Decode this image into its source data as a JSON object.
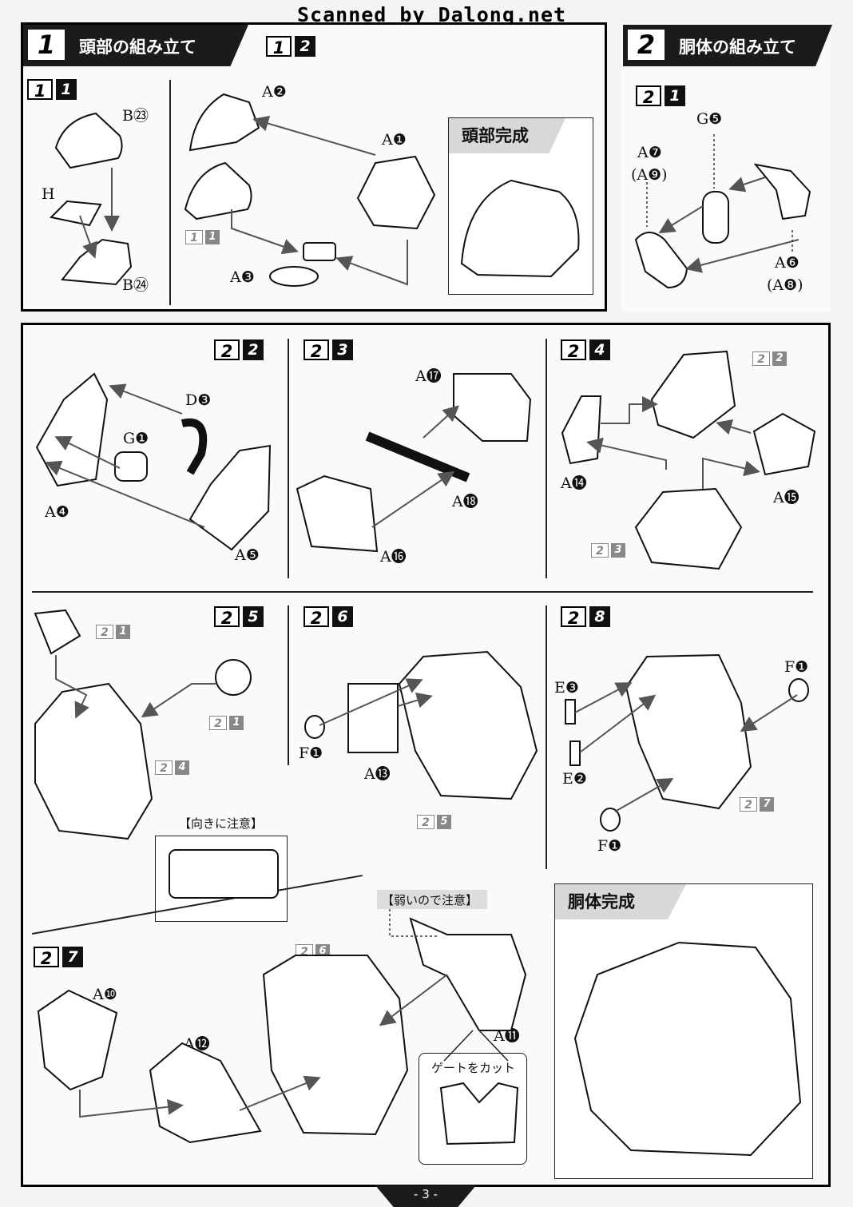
{
  "scan_credit": "Scanned by Dalong.net",
  "section1": {
    "number": "1",
    "title": "頭部の組み立て"
  },
  "section2": {
    "number": "2",
    "title": "胴体の組み立て"
  },
  "steps": {
    "s1_1": {
      "major": "1",
      "minor": "1"
    },
    "s1_2": {
      "major": "1",
      "minor": "2"
    },
    "s2_1": {
      "major": "2",
      "minor": "1"
    },
    "s2_2": {
      "major": "2",
      "minor": "2"
    },
    "s2_3": {
      "major": "2",
      "minor": "3"
    },
    "s2_4": {
      "major": "2",
      "minor": "4"
    },
    "s2_5": {
      "major": "2",
      "minor": "5"
    },
    "s2_6": {
      "major": "2",
      "minor": "6"
    },
    "s2_7": {
      "major": "2",
      "minor": "7"
    },
    "s2_8": {
      "major": "2",
      "minor": "8"
    }
  },
  "refs": {
    "r11_in_12": {
      "major": "1",
      "minor": "1"
    },
    "r22_in_24": {
      "major": "2",
      "minor": "2"
    },
    "r23_in_24": {
      "major": "2",
      "minor": "3"
    },
    "r21a_in_25": {
      "major": "2",
      "minor": "1"
    },
    "r21b_in_25": {
      "major": "2",
      "minor": "1"
    },
    "r24_in_25": {
      "major": "2",
      "minor": "4"
    },
    "r25_in_26": {
      "major": "2",
      "minor": "5"
    },
    "r27_in_28": {
      "major": "2",
      "minor": "7"
    },
    "r26_in_27": {
      "major": "2",
      "minor": "6"
    }
  },
  "labels": {
    "b23": "B㉓",
    "h": "H",
    "b24": "B㉔",
    "a2": "A❷",
    "a1": "A❶",
    "a3": "A❸",
    "g5": "G❺",
    "a7": "A❼",
    "a9": "(A❾)",
    "a6": "A❻",
    "a8": "(A❽)",
    "d3": "D❸",
    "g1": "G❶",
    "a4": "A❹",
    "a5": "A❺",
    "a17": "A⓱",
    "a18": "A⓲",
    "a16": "A⓰",
    "a14": "A⓮",
    "a15": "A⓯",
    "f1_26": "F❶",
    "a13": "A⓭",
    "e3": "E❸",
    "e2": "E❷",
    "f1a_28": "F❶",
    "f1b_28": "F❶",
    "a10": "A❿",
    "a12": "A⓬",
    "a11": "A⓫"
  },
  "complete": {
    "head": "頭部完成",
    "torso": "胴体完成"
  },
  "notes": {
    "direction": "【向きに注意】",
    "fragile": "【弱いので注意】",
    "gate": "ゲートをカット"
  },
  "page_number": "- 3 -"
}
